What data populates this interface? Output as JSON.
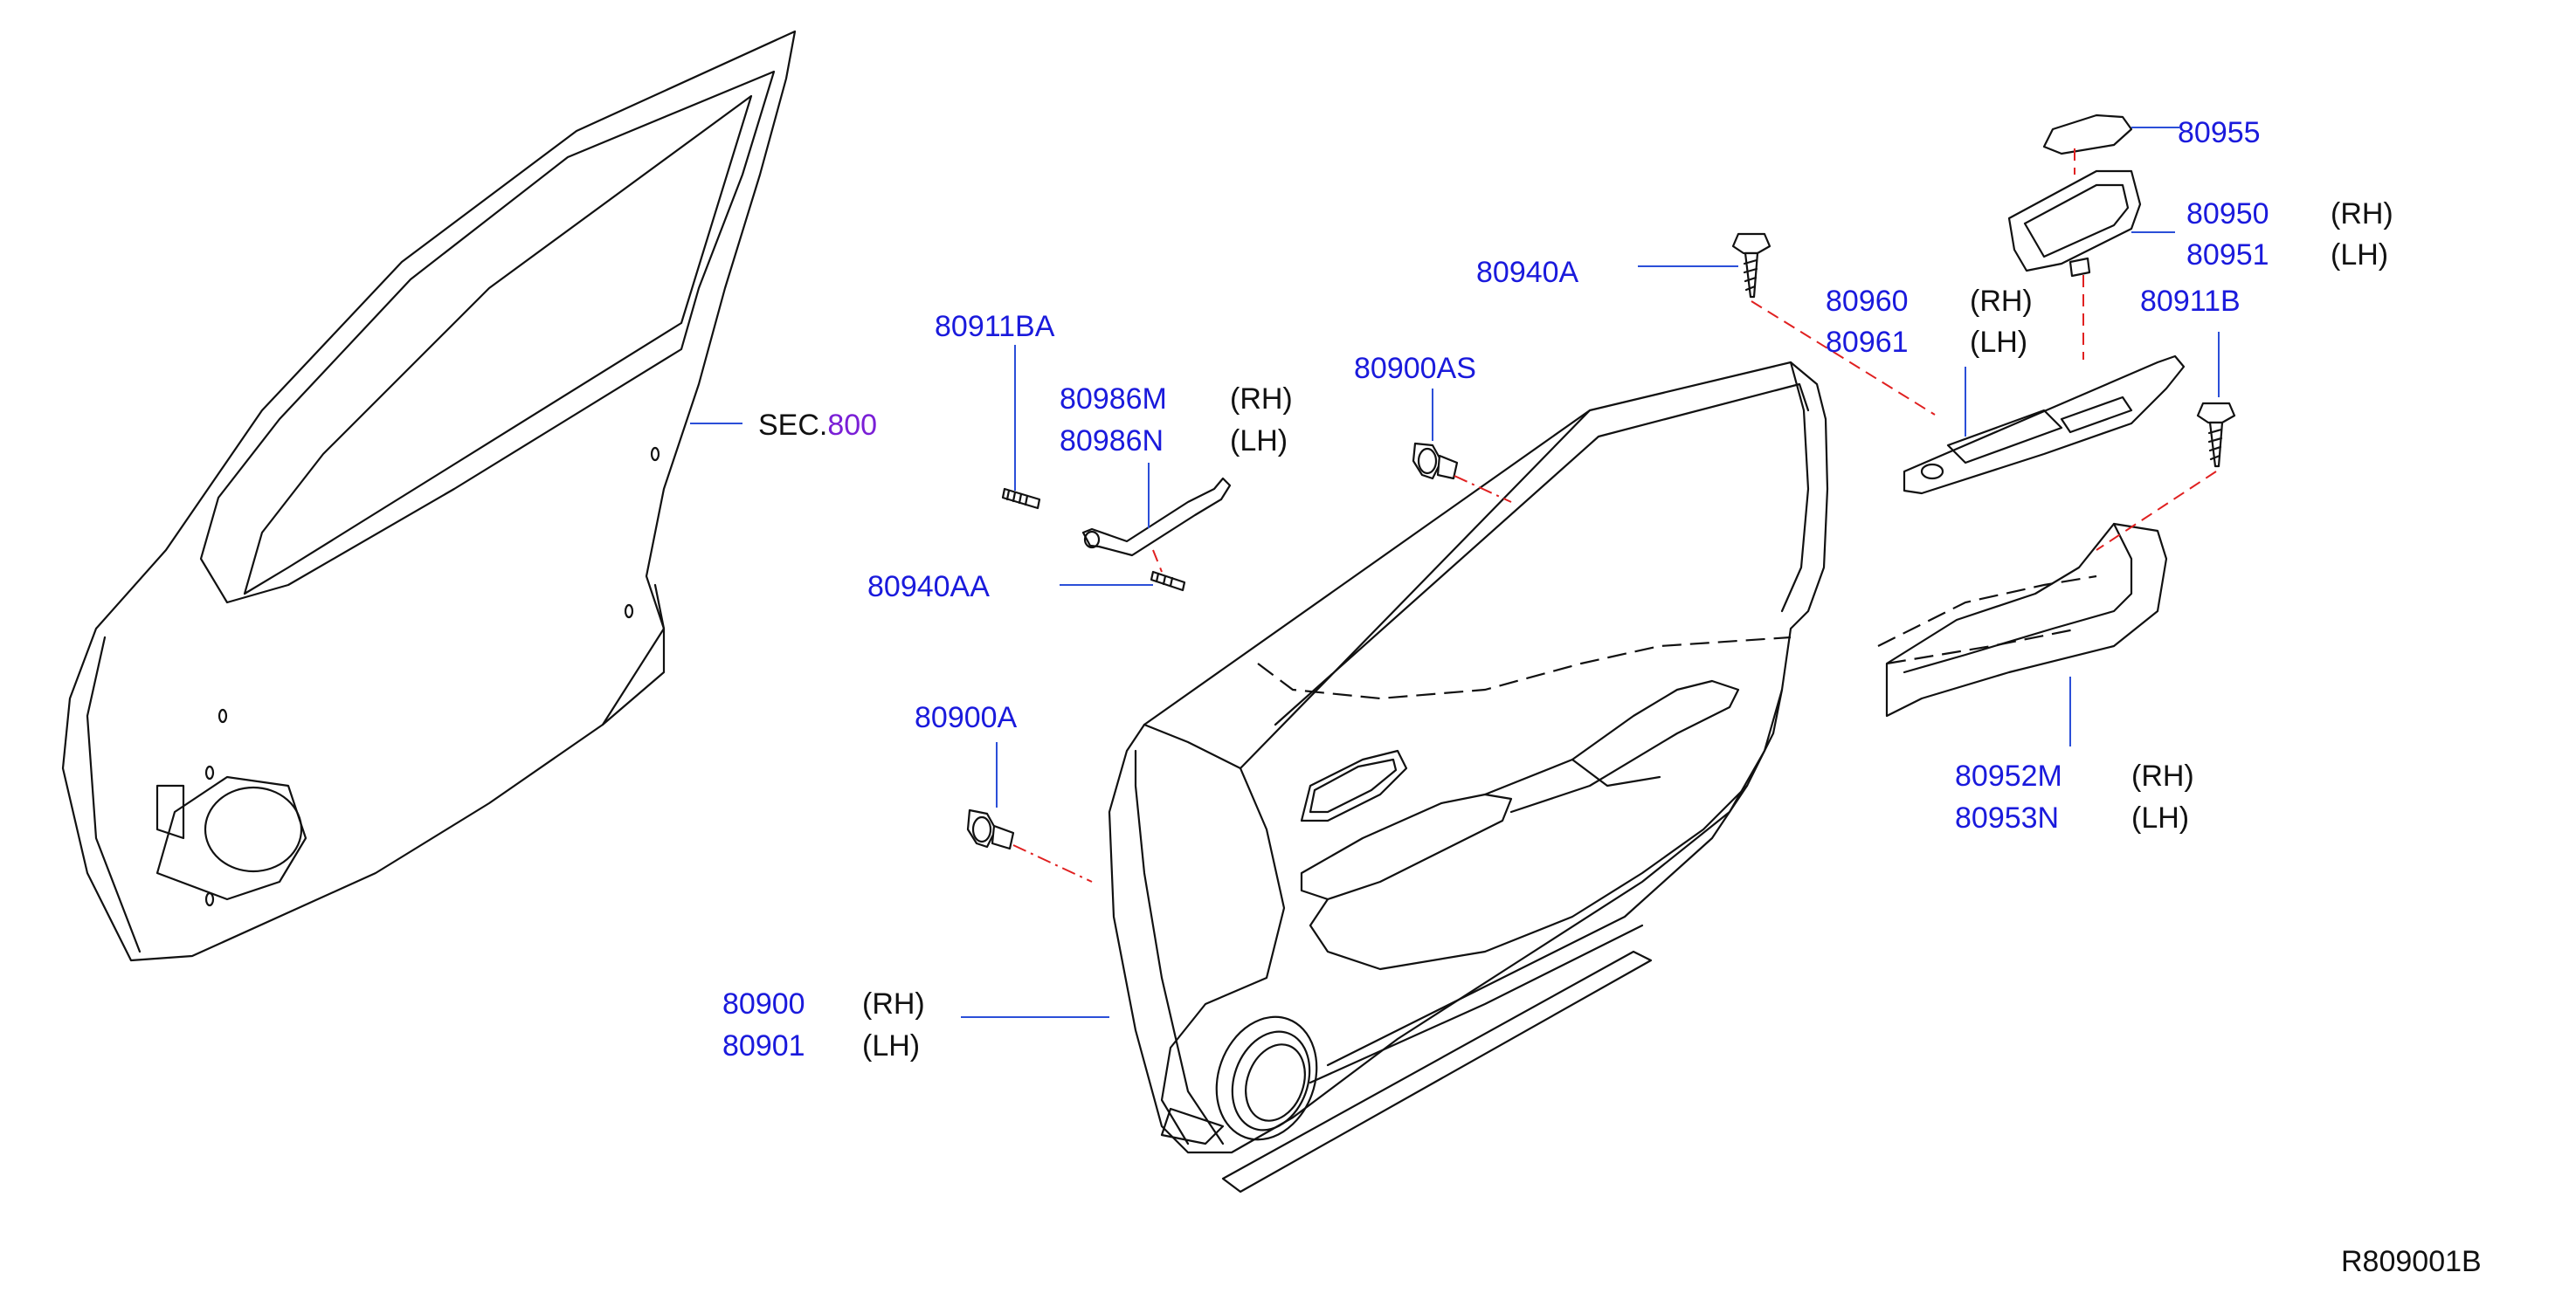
{
  "labels": {
    "sec": {
      "prefix": "SEC.",
      "number": "800"
    },
    "p80911BA": "80911BA",
    "p80986M": "80986M",
    "p80986M_side": "(RH)",
    "p80986N": "80986N",
    "p80986N_side": "(LH)",
    "p80940AA": "80940AA",
    "p80900AS": "80900AS",
    "p80900A": "80900A",
    "p80900": "80900",
    "p80900_side": "(RH)",
    "p80901": "80901",
    "p80901_side": "(LH)",
    "p80940A": "80940A",
    "p80960": "80960",
    "p80960_side": "(RH)",
    "p80961": "80961",
    "p80961_side": "(LH)",
    "p80955": "80955",
    "p80950": "80950",
    "p80950_side": "(RH)",
    "p80951": "80951",
    "p80951_side": "(LH)",
    "p80911B": "80911B",
    "p80952M": "80952M",
    "p80952M_side": "(RH)",
    "p80953N": "80953N",
    "p80953N_side": "(LH)"
  },
  "reference": "R809001B",
  "colors": {
    "part_number": "#1a1adc",
    "section_number": "#7a1fd6",
    "leader": "#2b4fd8",
    "assembly_dash": "#e02020",
    "ink": "#111111"
  }
}
